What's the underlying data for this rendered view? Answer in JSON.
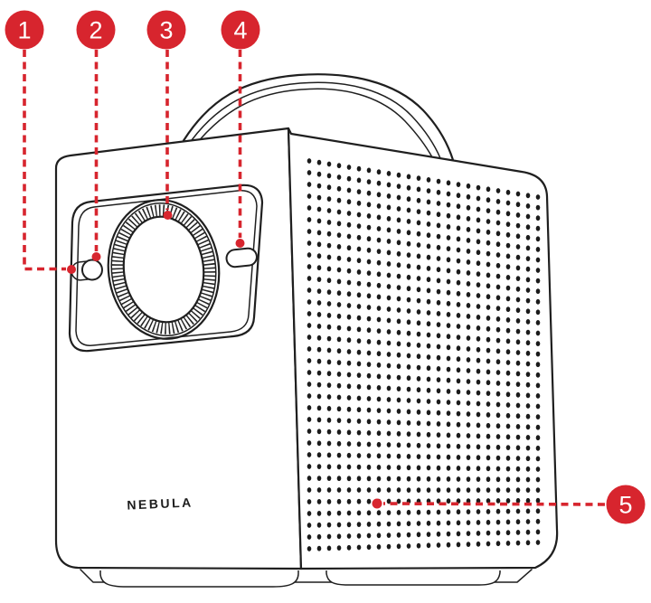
{
  "diagram": {
    "brand_label": "NEBULA",
    "colors": {
      "accent": "#D7252E",
      "line": "#1F1F1F",
      "background": "#FFFFFF"
    },
    "callouts": [
      {
        "label": "1"
      },
      {
        "label": "2"
      },
      {
        "label": "3"
      },
      {
        "label": "4"
      },
      {
        "label": "5"
      }
    ]
  }
}
